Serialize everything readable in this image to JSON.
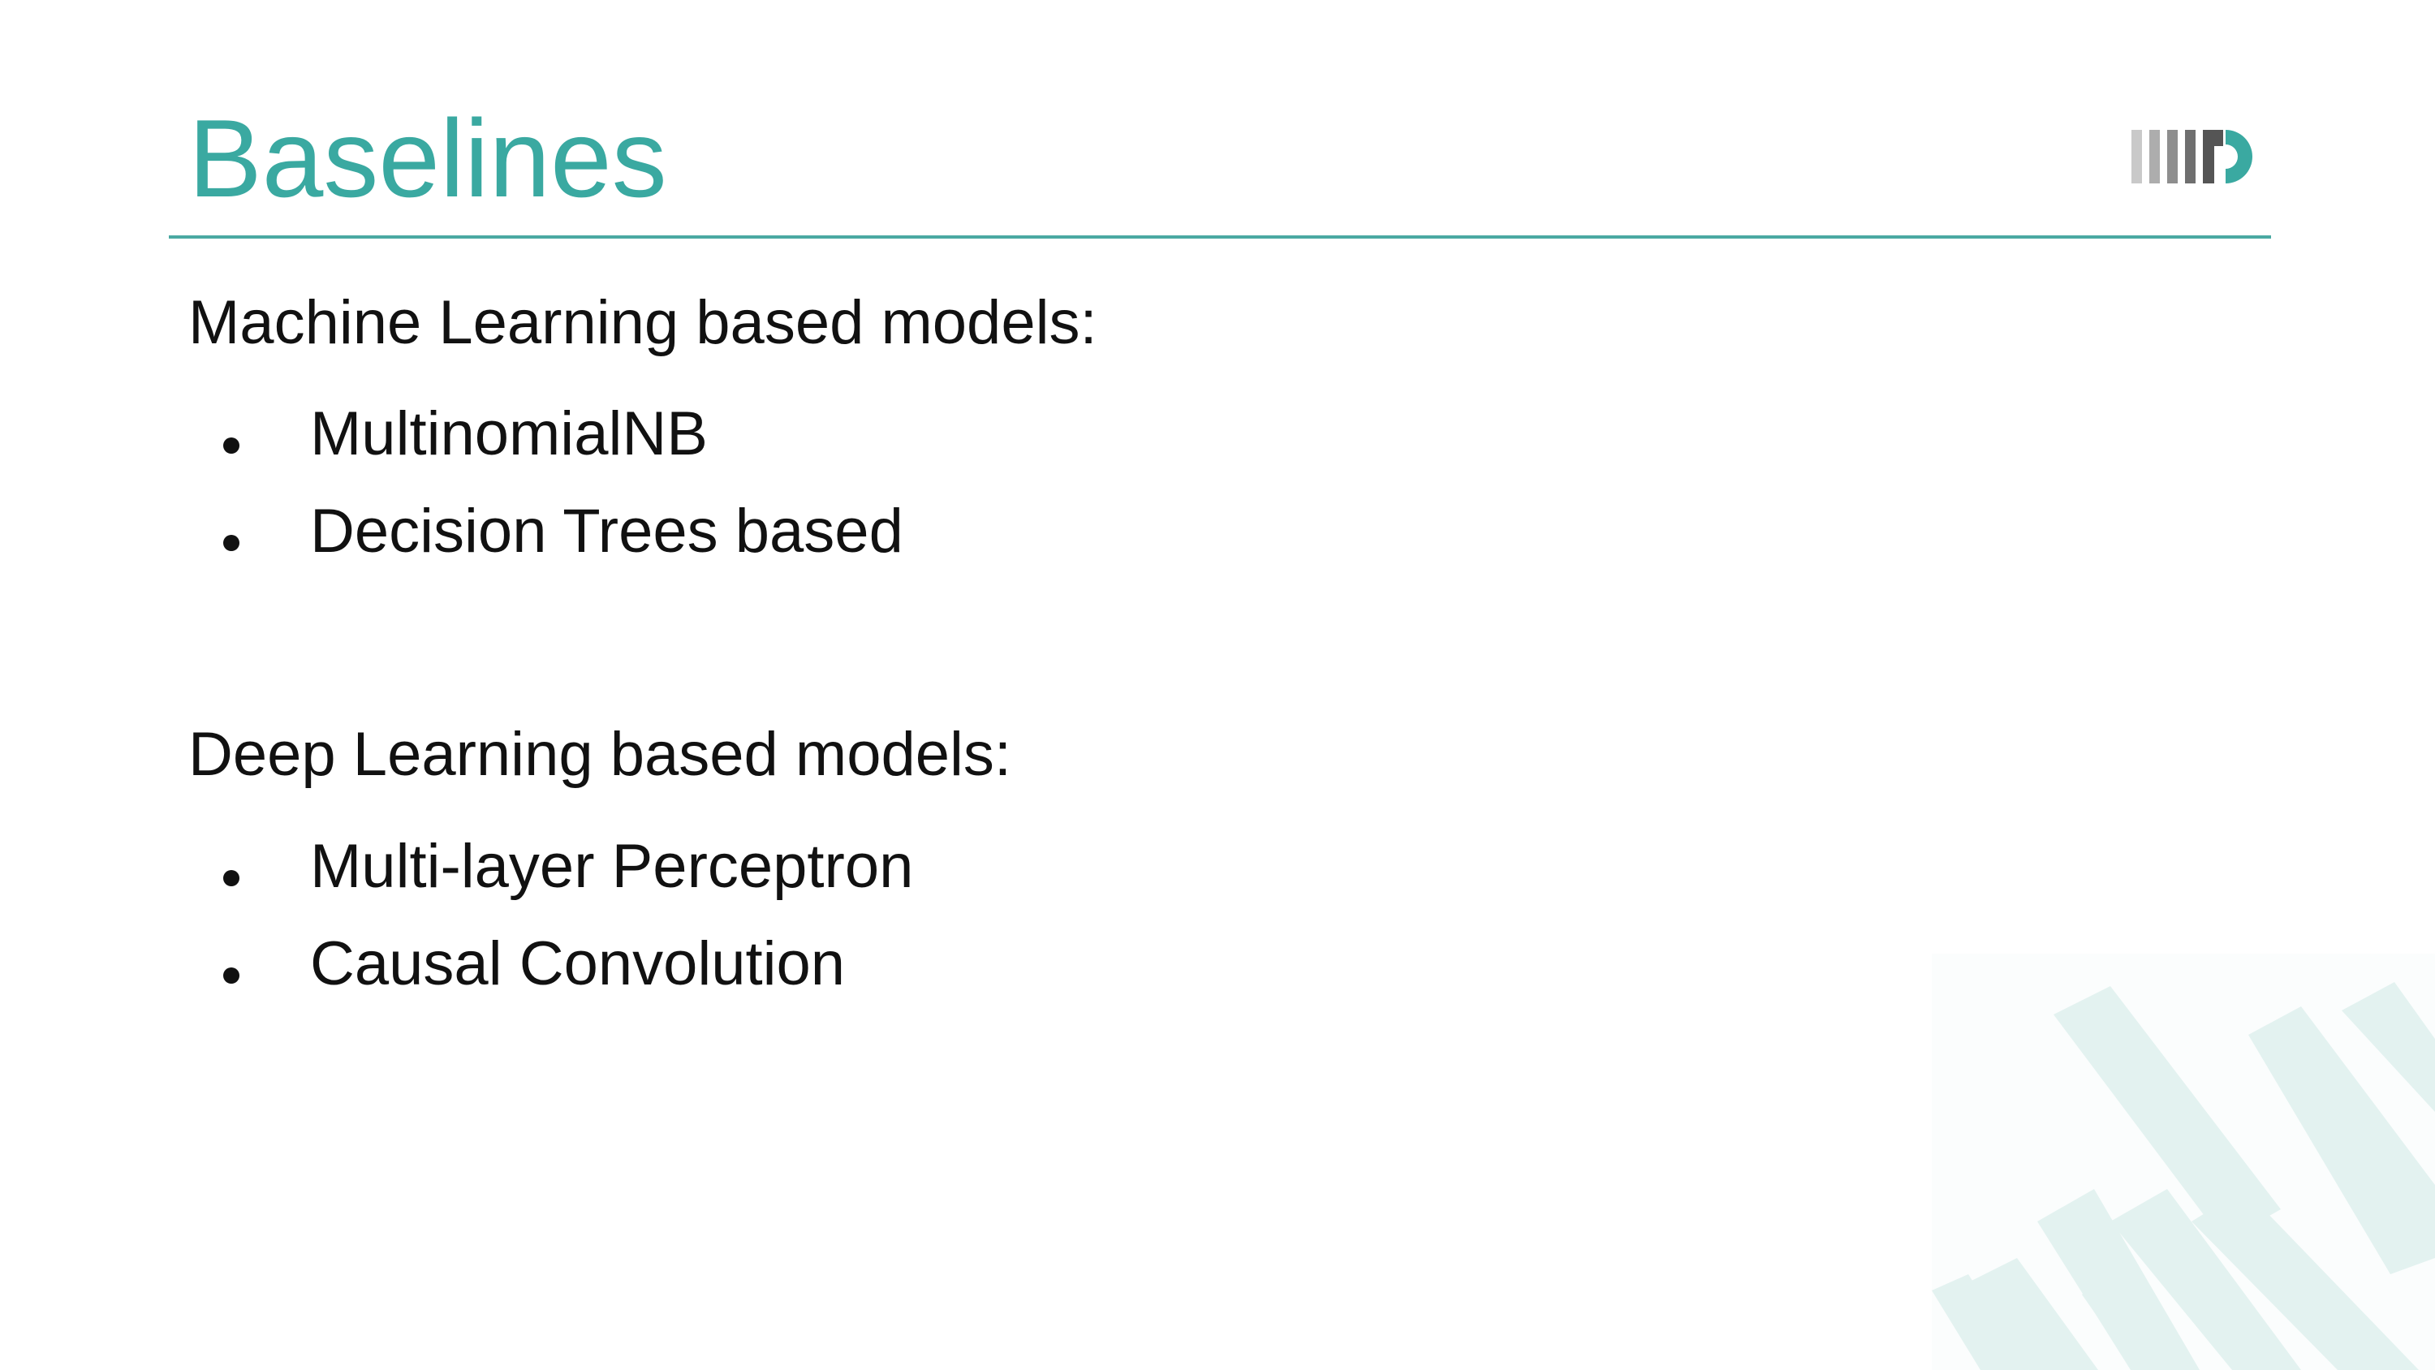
{
  "slide": {
    "title": "Baselines",
    "logo_icon": "iiitd-logo-icon",
    "sections": {
      "ml": {
        "heading": "Machine Learning based models:",
        "items": [
          "MultinomialNB",
          "Decision Trees based"
        ]
      },
      "dl": {
        "heading": "Deep Learning based models:",
        "items": [
          "Multi-layer Perceptron",
          "Causal Convolution"
        ]
      }
    }
  },
  "colors": {
    "title": "#3aa9a1",
    "rule": "#4aa9a2",
    "decor": "#e3f2f0",
    "text": "#111111"
  }
}
